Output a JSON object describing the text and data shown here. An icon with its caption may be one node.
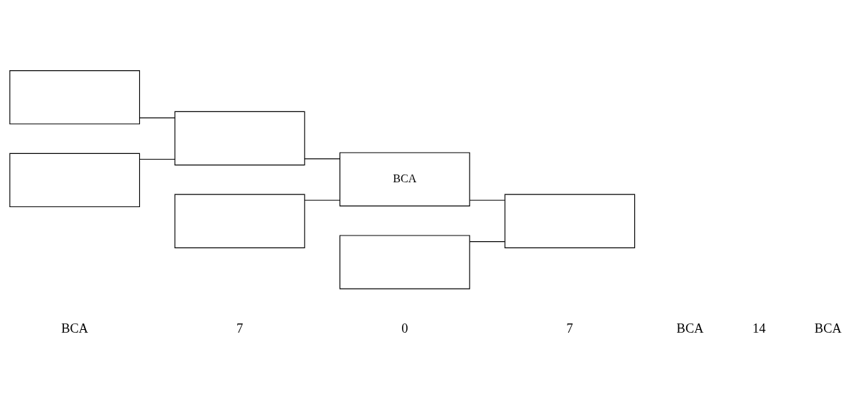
{
  "diagram": {
    "nodes": [
      {
        "text": [],
        "shape": "box"
      },
      {
        "text": [],
        "shape": "box"
      },
      {
        "text": [],
        "shape": "box"
      },
      {
        "text": [],
        "shape": "box"
      },
      {
        "text": [
          "BCA"
        ]
      },
      {
        "text": [],
        "shape": "box"
      },
      {
        "text": [],
        "shape": "box"
      }
    ],
    "edges": [
      {
        "from": 0,
        "to": 2,
        "arrow": "none"
      },
      {
        "from": 1,
        "to": 2,
        "arrow": "none"
      },
      {
        "from": 2,
        "to": 4,
        "arrow": "none"
      },
      {
        "from": 3,
        "to": 4,
        "arrow": "none"
      },
      {
        "from": 4,
        "to": 6,
        "arrow": "none"
      },
      {
        "from": 5,
        "to": 6,
        "arrow": "none"
      }
    ],
    "labels": [
      "BCA",
      "7",
      "0",
      "7",
      "BCA",
      "14",
      "BCA"
    ]
  }
}
